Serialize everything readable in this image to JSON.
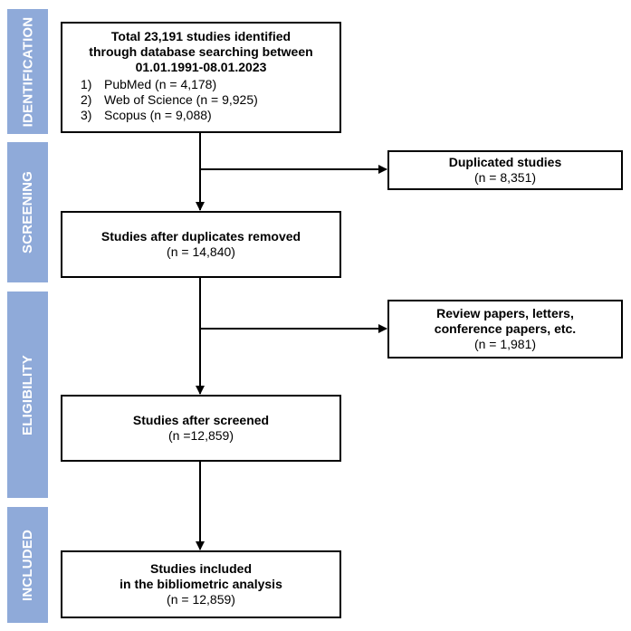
{
  "stages": {
    "identification": "IDENTIFICATION",
    "screening": "SCREENING",
    "eligibility": "ELIGIBILITY",
    "included": "INCLUDED"
  },
  "identification_box": {
    "line1": "Total 23,191 studies identified",
    "line2": "through database searching between",
    "line3": "01.01.1991-08.01.2023",
    "sources": [
      {
        "num": "1)",
        "text": "PubMed (n = 4,178)"
      },
      {
        "num": "2)",
        "text": "Web of Science (n = 9,925)"
      },
      {
        "num": "3)",
        "text": "Scopus (n = 9,088)"
      }
    ]
  },
  "duplicates_box": {
    "title": "Duplicated studies",
    "count": "(n = 8,351)"
  },
  "after_duplicates_box": {
    "title": "Studies after duplicates removed",
    "count": "(n = 14,840)"
  },
  "excluded_box": {
    "line1": "Review papers, letters,",
    "line2": "conference papers, etc.",
    "count": "(n = 1,981)"
  },
  "after_screened_box": {
    "title": "Studies after screened",
    "count": "(n =12,859)"
  },
  "included_box": {
    "line1": "Studies included",
    "line2": "in the bibliometric analysis",
    "count": "(n = 12,859)"
  }
}
